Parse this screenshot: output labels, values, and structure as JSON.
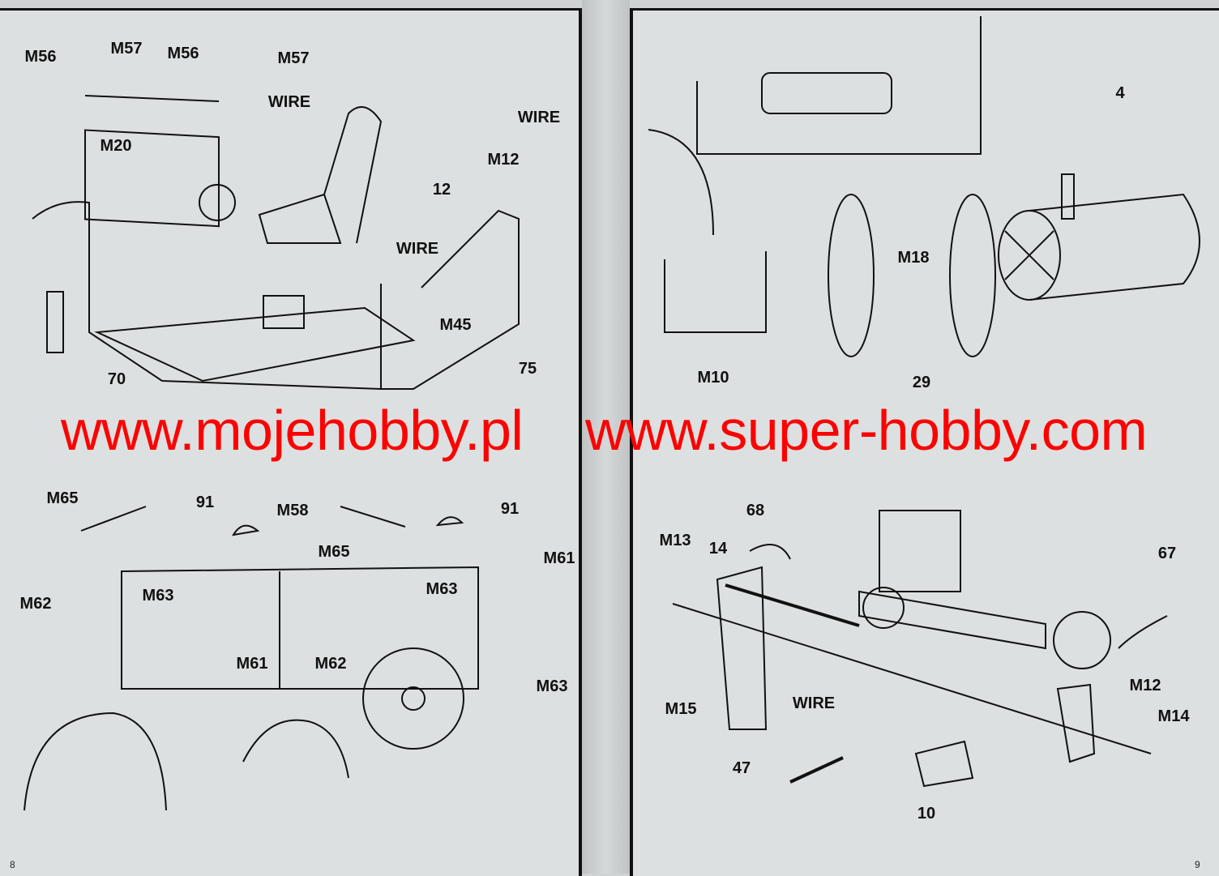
{
  "labels": {
    "top_left": [
      "M56",
      "M57",
      "M56",
      "M57",
      "WIRE",
      "M20",
      "12",
      "WIRE",
      "M12",
      "WIRE",
      "M45",
      "75",
      "70"
    ],
    "top_right": [
      "4",
      "M18",
      "29",
      "M10"
    ],
    "bottom_left": [
      "M65",
      "91",
      "M58",
      "91",
      "M65",
      "M61",
      "M62",
      "M63",
      "M63",
      "M61",
      "M62",
      "M63"
    ],
    "bottom_right": [
      "68",
      "M13",
      "14",
      "67",
      "M12",
      "M14",
      "M15",
      "WIRE",
      "47",
      "10"
    ]
  },
  "page_numbers": {
    "left": "8",
    "right": "9"
  },
  "watermarks": [
    "www.mojehobby.pl",
    "www.super-hobby.com"
  ],
  "colors": {
    "watermark": "#ff0000",
    "ink": "#111111",
    "paper": "#dde0e0"
  }
}
